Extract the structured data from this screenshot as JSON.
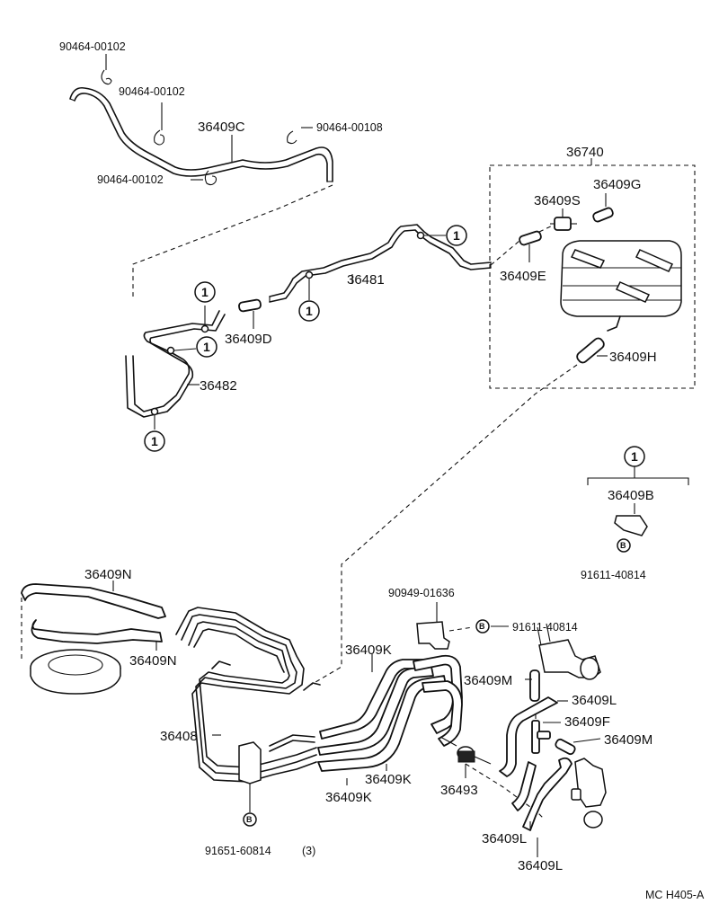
{
  "labels": {
    "clip_top_1": "90464-00102",
    "clip_top_2": "90464-00102",
    "hose_c": "36409C",
    "clip_108": "90464-00108",
    "clip_left": "90464-00102",
    "canister": "36740",
    "hose_g": "36409G",
    "hose_s": "36409S",
    "hose_e": "36409E",
    "hose_h": "36409H",
    "pipe_481": "36481",
    "hose_d": "36409D",
    "pipe_482": "36482",
    "clamp_b": "36409B",
    "bolt_b": "91611-40814",
    "hose_n1": "36409N",
    "hose_n2": "36409N",
    "bracket_909": "90949-01636",
    "bolt_b2": "91611-40814",
    "hose_k_top": "36409K",
    "hose_m1": "36409M",
    "hose_l1": "36409L",
    "hose_f": "36409F",
    "hose_m2": "36409M",
    "pipe_408": "36408",
    "hose_k_r": "36409K",
    "hose_k_b": "36409K",
    "vsv_493": "36493",
    "hose_l2": "36409L",
    "hose_l3": "36409L",
    "bolt_bottom": "91651-60814",
    "bolt_bottom_qty": "(3)",
    "fig_code": "MC H405-A"
  },
  "callout_mark": "1",
  "bolt_mark": "B"
}
